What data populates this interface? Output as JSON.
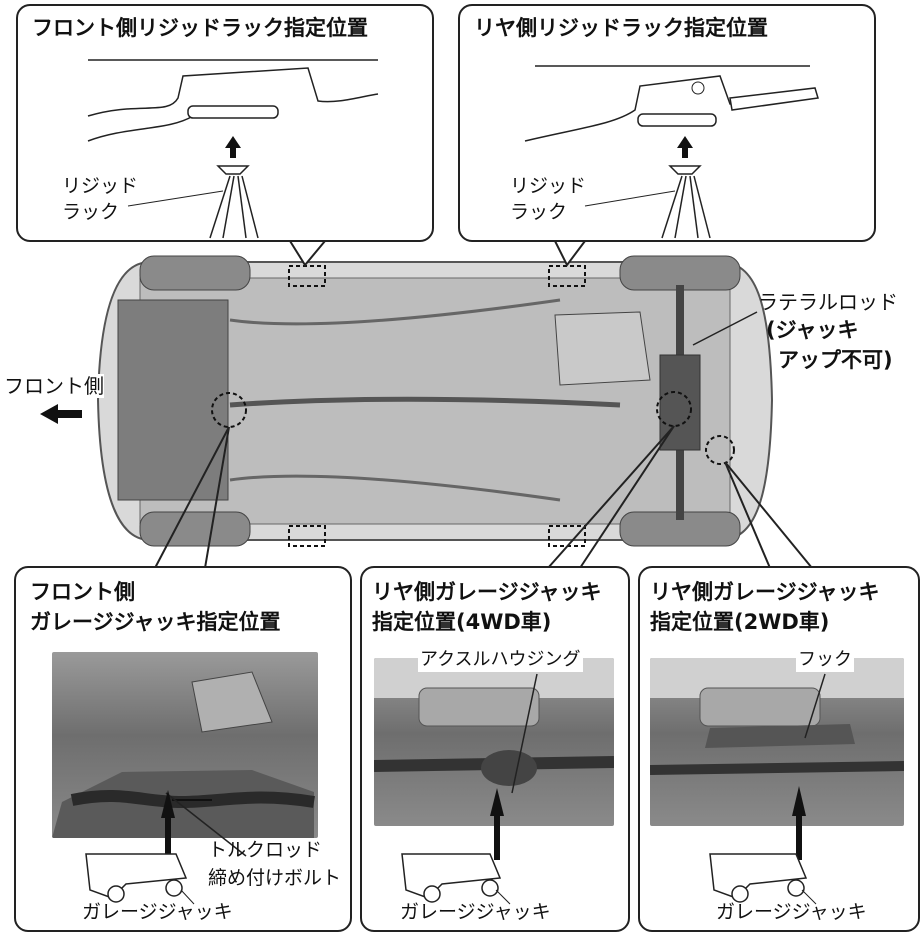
{
  "front_rigid_rack": {
    "title": "フロント側リジッドラック指定位置",
    "rack_label_1": "リジッド",
    "rack_label_2": "ラック"
  },
  "rear_rigid_rack": {
    "title": "リヤ側リジッドラック指定位置",
    "rack_label_1": "リジッド",
    "rack_label_2": "ラック"
  },
  "car_view": {
    "front_direction": "フロント側",
    "lateral_rod": "ラテラルロッド",
    "no_jack_1": "(ジャッキ",
    "no_jack_2": "アップ不可)"
  },
  "front_garage_jack": {
    "title_1": "フロント側",
    "title_2": "ガレージジャッキ指定位置",
    "torque_rod_1": "トルクロッド",
    "torque_rod_2": "締め付けボルト",
    "jack_label": "ガレージジャッキ"
  },
  "rear_garage_jack_4wd": {
    "title_1": "リヤ側ガレージジャッキ",
    "title_2": "指定位置(4WD車)",
    "axle_label": "アクスルハウジング",
    "jack_label": "ガレージジャッキ"
  },
  "rear_garage_jack_2wd": {
    "title_1": "リヤ側ガレージジャッキ",
    "title_2": "指定位置(2WD車)",
    "hook_label": "フック",
    "jack_label": "ガレージジャッキ"
  }
}
